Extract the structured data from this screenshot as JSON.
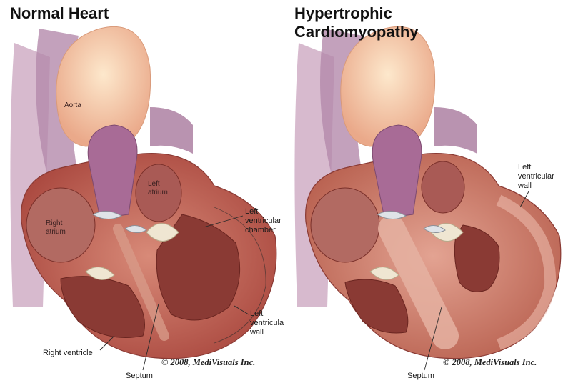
{
  "left": {
    "title": "Normal Heart",
    "labels": {
      "aorta": "Aorta",
      "right_atrium": [
        "Right",
        "atrium"
      ],
      "left_atrium": [
        "Left",
        "atrium"
      ],
      "lv_chamber": [
        "Left",
        "ventricular",
        "chamber"
      ],
      "lv_wall": [
        "Left",
        "ventricular",
        "wall"
      ],
      "right_ventricle": "Right ventricle",
      "septum": "Septum"
    },
    "copyright": "© 2008, MediVisuals Inc."
  },
  "right": {
    "title_lines": [
      "Hypertrophic",
      "Cardiomyopathy"
    ],
    "labels": {
      "lv_wall": [
        "Left",
        "ventricular",
        "wall"
      ],
      "septum": "Septum"
    },
    "copyright": "© 2008, MediVisuals Inc."
  },
  "colors": {
    "vessel_purple": "#a8789a",
    "aorta_peach": "#f4c9a4",
    "muscle_red": "#b85a4e",
    "chamber_dark": "#8a3a34",
    "valve_cream": "#efe6d2"
  }
}
